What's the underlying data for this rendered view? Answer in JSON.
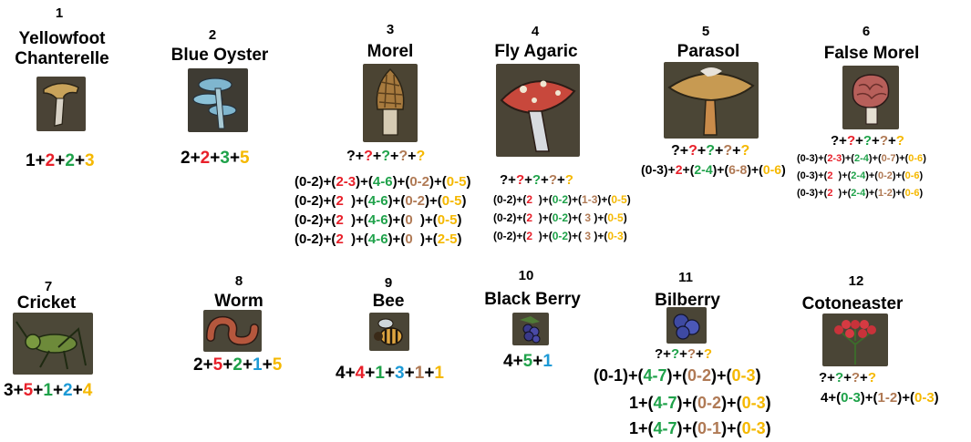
{
  "colors": {
    "k": "#000000",
    "r": "#e8202a",
    "g": "#1fa24a",
    "o": "#f5b800",
    "b": "#1d9ad6",
    "n": "#b07a55"
  },
  "items": [
    {
      "num": "1",
      "name_lines": [
        "Yellowfoot",
        "Chanterelle"
      ],
      "icon": "yellowfoot-chanterelle-icon",
      "formulas": [
        [
          [
            "1+",
            "k"
          ],
          [
            "2",
            "r"
          ],
          [
            "+",
            "k"
          ],
          [
            "2",
            "g"
          ],
          [
            "+",
            "k"
          ],
          [
            "3",
            "o"
          ]
        ]
      ]
    },
    {
      "num": "2",
      "name_lines": [
        "Blue Oyster"
      ],
      "icon": "blue-oyster-icon",
      "formulas": [
        [
          [
            "2+",
            "k"
          ],
          [
            "2",
            "r"
          ],
          [
            "+",
            "k"
          ],
          [
            "3",
            "g"
          ],
          [
            "+",
            "k"
          ],
          [
            "5",
            "o"
          ]
        ]
      ]
    },
    {
      "num": "3",
      "name_lines": [
        "Morel"
      ],
      "icon": "morel-icon",
      "formulas": [
        [
          [
            "?+",
            "k"
          ],
          [
            "?",
            "r"
          ],
          [
            "+",
            "k"
          ],
          [
            "?",
            "g"
          ],
          [
            "+",
            "k"
          ],
          [
            "?",
            "n"
          ],
          [
            "+",
            "k"
          ],
          [
            "?",
            "o"
          ]
        ],
        [
          [
            "(0-2)+(",
            "k"
          ],
          [
            "2-3",
            "r"
          ],
          [
            ")+(",
            "k"
          ],
          [
            "4-6",
            "g"
          ],
          [
            ")+(",
            "k"
          ],
          [
            "0-2",
            "n"
          ],
          [
            ")+(",
            "k"
          ],
          [
            "0-5",
            "o"
          ],
          [
            ")",
            "k"
          ]
        ],
        [
          [
            "(0-2)+(",
            "k"
          ],
          [
            "2  ",
            "r"
          ],
          [
            ")+(",
            "k"
          ],
          [
            "4-6",
            "g"
          ],
          [
            ")+(",
            "k"
          ],
          [
            "0-2",
            "n"
          ],
          [
            ")+(",
            "k"
          ],
          [
            "0-5",
            "o"
          ],
          [
            ")",
            "k"
          ]
        ],
        [
          [
            "(0-2)+(",
            "k"
          ],
          [
            "2  ",
            "r"
          ],
          [
            ")+(",
            "k"
          ],
          [
            "4-6",
            "g"
          ],
          [
            ")+(",
            "k"
          ],
          [
            "0  ",
            "n"
          ],
          [
            ")+(",
            "k"
          ],
          [
            "0-5",
            "o"
          ],
          [
            ")",
            "k"
          ]
        ],
        [
          [
            "(0-2)+(",
            "k"
          ],
          [
            "2  ",
            "r"
          ],
          [
            ")+(",
            "k"
          ],
          [
            "4-6",
            "g"
          ],
          [
            ")+(",
            "k"
          ],
          [
            "0  ",
            "n"
          ],
          [
            ")+(",
            "k"
          ],
          [
            "2-5",
            "o"
          ],
          [
            ")",
            "k"
          ]
        ]
      ]
    },
    {
      "num": "4",
      "name_lines": [
        "Fly Agaric"
      ],
      "icon": "fly-agaric-icon",
      "formulas": [
        [
          [
            "?+",
            "k"
          ],
          [
            "?",
            "r"
          ],
          [
            "+",
            "k"
          ],
          [
            "?",
            "g"
          ],
          [
            "+",
            "k"
          ],
          [
            "?",
            "n"
          ],
          [
            "+",
            "k"
          ],
          [
            "?",
            "o"
          ]
        ],
        [
          [
            "(0-2)+(",
            "k"
          ],
          [
            "2  ",
            "r"
          ],
          [
            ")+(",
            "k"
          ],
          [
            "0-2",
            "g"
          ],
          [
            ")+(",
            "k"
          ],
          [
            "1-3",
            "n"
          ],
          [
            ")+(",
            "k"
          ],
          [
            "0-5",
            "o"
          ],
          [
            ")",
            "k"
          ]
        ],
        [
          [
            "(0-2)+(",
            "k"
          ],
          [
            "2  ",
            "r"
          ],
          [
            ")+(",
            "k"
          ],
          [
            "0-2",
            "g"
          ],
          [
            ")+(",
            "k"
          ],
          [
            " 3 ",
            "n"
          ],
          [
            ")+(",
            "k"
          ],
          [
            "0-5",
            "o"
          ],
          [
            ")",
            "k"
          ]
        ],
        [
          [
            "(0-2)+(",
            "k"
          ],
          [
            "2  ",
            "r"
          ],
          [
            ")+(",
            "k"
          ],
          [
            "0-2",
            "g"
          ],
          [
            ")+(",
            "k"
          ],
          [
            " 3 ",
            "n"
          ],
          [
            ")+(",
            "k"
          ],
          [
            "0-3",
            "o"
          ],
          [
            ")",
            "k"
          ]
        ]
      ]
    },
    {
      "num": "5",
      "name_lines": [
        "Parasol"
      ],
      "icon": "parasol-icon",
      "formulas": [
        [
          [
            "?+",
            "k"
          ],
          [
            "?",
            "r"
          ],
          [
            "+",
            "k"
          ],
          [
            "?",
            "g"
          ],
          [
            "+",
            "k"
          ],
          [
            "?",
            "n"
          ],
          [
            "+",
            "k"
          ],
          [
            "?",
            "o"
          ]
        ],
        [
          [
            "(0-3)+",
            "k"
          ],
          [
            "2",
            "r"
          ],
          [
            "+(",
            "k"
          ],
          [
            "2-4",
            "g"
          ],
          [
            ")+(",
            "k"
          ],
          [
            "6-8",
            "n"
          ],
          [
            ")+(",
            "k"
          ],
          [
            "0-6",
            "o"
          ],
          [
            ")",
            "k"
          ]
        ]
      ]
    },
    {
      "num": "6",
      "name_lines": [
        "False Morel"
      ],
      "icon": "false-morel-icon",
      "formulas": [
        [
          [
            "?+",
            "k"
          ],
          [
            "?",
            "r"
          ],
          [
            "+",
            "k"
          ],
          [
            "?",
            "g"
          ],
          [
            "+",
            "k"
          ],
          [
            "?",
            "n"
          ],
          [
            "+",
            "k"
          ],
          [
            "?",
            "o"
          ]
        ],
        [
          [
            "(0-3)+(",
            "k"
          ],
          [
            "2-3",
            "r"
          ],
          [
            ")+(",
            "k"
          ],
          [
            "2-4",
            "g"
          ],
          [
            ")+(",
            "k"
          ],
          [
            "0-7",
            "n"
          ],
          [
            ")+(",
            "k"
          ],
          [
            "0-6",
            "o"
          ],
          [
            ")",
            "k"
          ]
        ],
        [
          [
            "(0-3)+(",
            "k"
          ],
          [
            "2  ",
            "r"
          ],
          [
            ")+(",
            "k"
          ],
          [
            "2-4",
            "g"
          ],
          [
            ")+(",
            "k"
          ],
          [
            "0-2",
            "n"
          ],
          [
            ")+(",
            "k"
          ],
          [
            "0-6",
            "o"
          ],
          [
            ")",
            "k"
          ]
        ],
        [
          [
            "(0-3)+(",
            "k"
          ],
          [
            "2  ",
            "r"
          ],
          [
            ")+(",
            "k"
          ],
          [
            "2-4",
            "g"
          ],
          [
            ")+(",
            "k"
          ],
          [
            "1-2",
            "n"
          ],
          [
            ")+(",
            "k"
          ],
          [
            "0-6",
            "o"
          ],
          [
            ")",
            "k"
          ]
        ]
      ]
    },
    {
      "num": "7",
      "name_lines": [
        "Cricket"
      ],
      "icon": "cricket-icon",
      "formulas": [
        [
          [
            "3+",
            "k"
          ],
          [
            "5",
            "r"
          ],
          [
            "+",
            "k"
          ],
          [
            "1",
            "g"
          ],
          [
            "+",
            "k"
          ],
          [
            "2",
            "b"
          ],
          [
            "+",
            "k"
          ],
          [
            "4",
            "o"
          ]
        ]
      ]
    },
    {
      "num": "8",
      "name_lines": [
        "Worm"
      ],
      "icon": "worm-icon",
      "formulas": [
        [
          [
            "2+",
            "k"
          ],
          [
            "5",
            "r"
          ],
          [
            "+",
            "k"
          ],
          [
            "2",
            "g"
          ],
          [
            "+",
            "k"
          ],
          [
            "1",
            "b"
          ],
          [
            "+",
            "k"
          ],
          [
            "5",
            "o"
          ]
        ]
      ]
    },
    {
      "num": "9",
      "name_lines": [
        "Bee"
      ],
      "icon": "bee-icon",
      "formulas": [
        [
          [
            "4+",
            "k"
          ],
          [
            "4",
            "r"
          ],
          [
            "+",
            "k"
          ],
          [
            "1",
            "g"
          ],
          [
            "+",
            "k"
          ],
          [
            "3",
            "b"
          ],
          [
            "+",
            "k"
          ],
          [
            "1",
            "n"
          ],
          [
            "+",
            "k"
          ],
          [
            "1",
            "o"
          ]
        ]
      ]
    },
    {
      "num": "10",
      "name_lines": [
        "Black Berry"
      ],
      "icon": "black-berry-icon",
      "formulas": [
        [
          [
            "4+",
            "k"
          ],
          [
            "5",
            "g"
          ],
          [
            "+",
            "k"
          ],
          [
            "1",
            "b"
          ]
        ]
      ]
    },
    {
      "num": "11",
      "name_lines": [
        "Bilberry"
      ],
      "icon": "bilberry-icon",
      "formulas": [
        [
          [
            "?+",
            "k"
          ],
          [
            "?",
            "g"
          ],
          [
            "+",
            "k"
          ],
          [
            "?",
            "n"
          ],
          [
            "+",
            "k"
          ],
          [
            "?",
            "o"
          ]
        ],
        [
          [
            "(0-1)+(",
            "k"
          ],
          [
            "4-7",
            "g"
          ],
          [
            ")+(",
            "k"
          ],
          [
            "0-2",
            "n"
          ],
          [
            ")+(",
            "k"
          ],
          [
            "0-3",
            "o"
          ],
          [
            ")",
            "k"
          ]
        ],
        [
          [
            "1+(",
            "k"
          ],
          [
            "4-7",
            "g"
          ],
          [
            ")+(",
            "k"
          ],
          [
            "0-2",
            "n"
          ],
          [
            ")+(",
            "k"
          ],
          [
            "0-3",
            "o"
          ],
          [
            ")",
            "k"
          ]
        ],
        [
          [
            "1+(",
            "k"
          ],
          [
            "4-7",
            "g"
          ],
          [
            ")+(",
            "k"
          ],
          [
            "0-1",
            "n"
          ],
          [
            ")+(",
            "k"
          ],
          [
            "0-3",
            "o"
          ],
          [
            ")",
            "k"
          ]
        ]
      ]
    },
    {
      "num": "12",
      "name_lines": [
        "Cotoneaster"
      ],
      "icon": "cotoneaster-icon",
      "formulas": [
        [
          [
            "?+",
            "k"
          ],
          [
            "?",
            "g"
          ],
          [
            "+",
            "k"
          ],
          [
            "?",
            "n"
          ],
          [
            "+",
            "k"
          ],
          [
            "?",
            "o"
          ]
        ],
        [
          [
            "4+(",
            "k"
          ],
          [
            "0-3",
            "g"
          ],
          [
            ")+(",
            "k"
          ],
          [
            "1-2",
            "n"
          ],
          [
            ")+(",
            "k"
          ],
          [
            "0-3",
            "o"
          ],
          [
            ")",
            "k"
          ]
        ]
      ]
    }
  ]
}
